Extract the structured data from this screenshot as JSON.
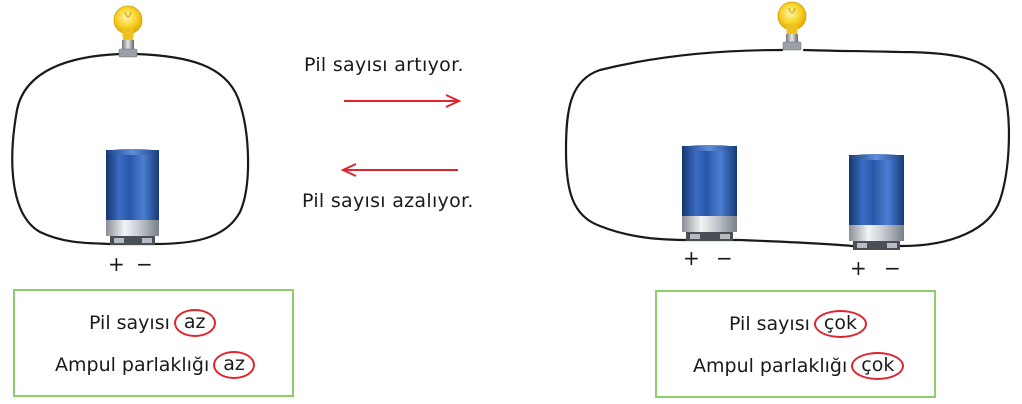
{
  "arrows": {
    "increase_label": "Pil sayısı artıyor.",
    "decrease_label": "Pil sayısı azalıyor.",
    "color": "#e0242f"
  },
  "left_circuit": {
    "polarity": {
      "plus": "+",
      "minus": "−"
    },
    "box": {
      "count_label": "Pil sayısı",
      "count_value": "az",
      "brightness_label": "Ampul parlaklığı",
      "brightness_value": "az"
    }
  },
  "right_circuit": {
    "battery1_polarity": {
      "plus": "+",
      "minus": "−"
    },
    "battery2_polarity": {
      "plus": "+",
      "minus": "−"
    },
    "box": {
      "count_label": "Pil sayısı",
      "count_value": "çok",
      "brightness_label": "Ampul parlaklığı",
      "brightness_value": "çok"
    }
  },
  "colors": {
    "wire": "#1a1a1a",
    "battery_blue": "#2a58a8",
    "box_border": "#8ccf6a",
    "circle": "#e0242f",
    "bulb_glass": "#f7d52a"
  },
  "icons": [
    "light-bulb-icon",
    "battery-icon",
    "arrow-right-icon",
    "arrow-left-icon"
  ]
}
